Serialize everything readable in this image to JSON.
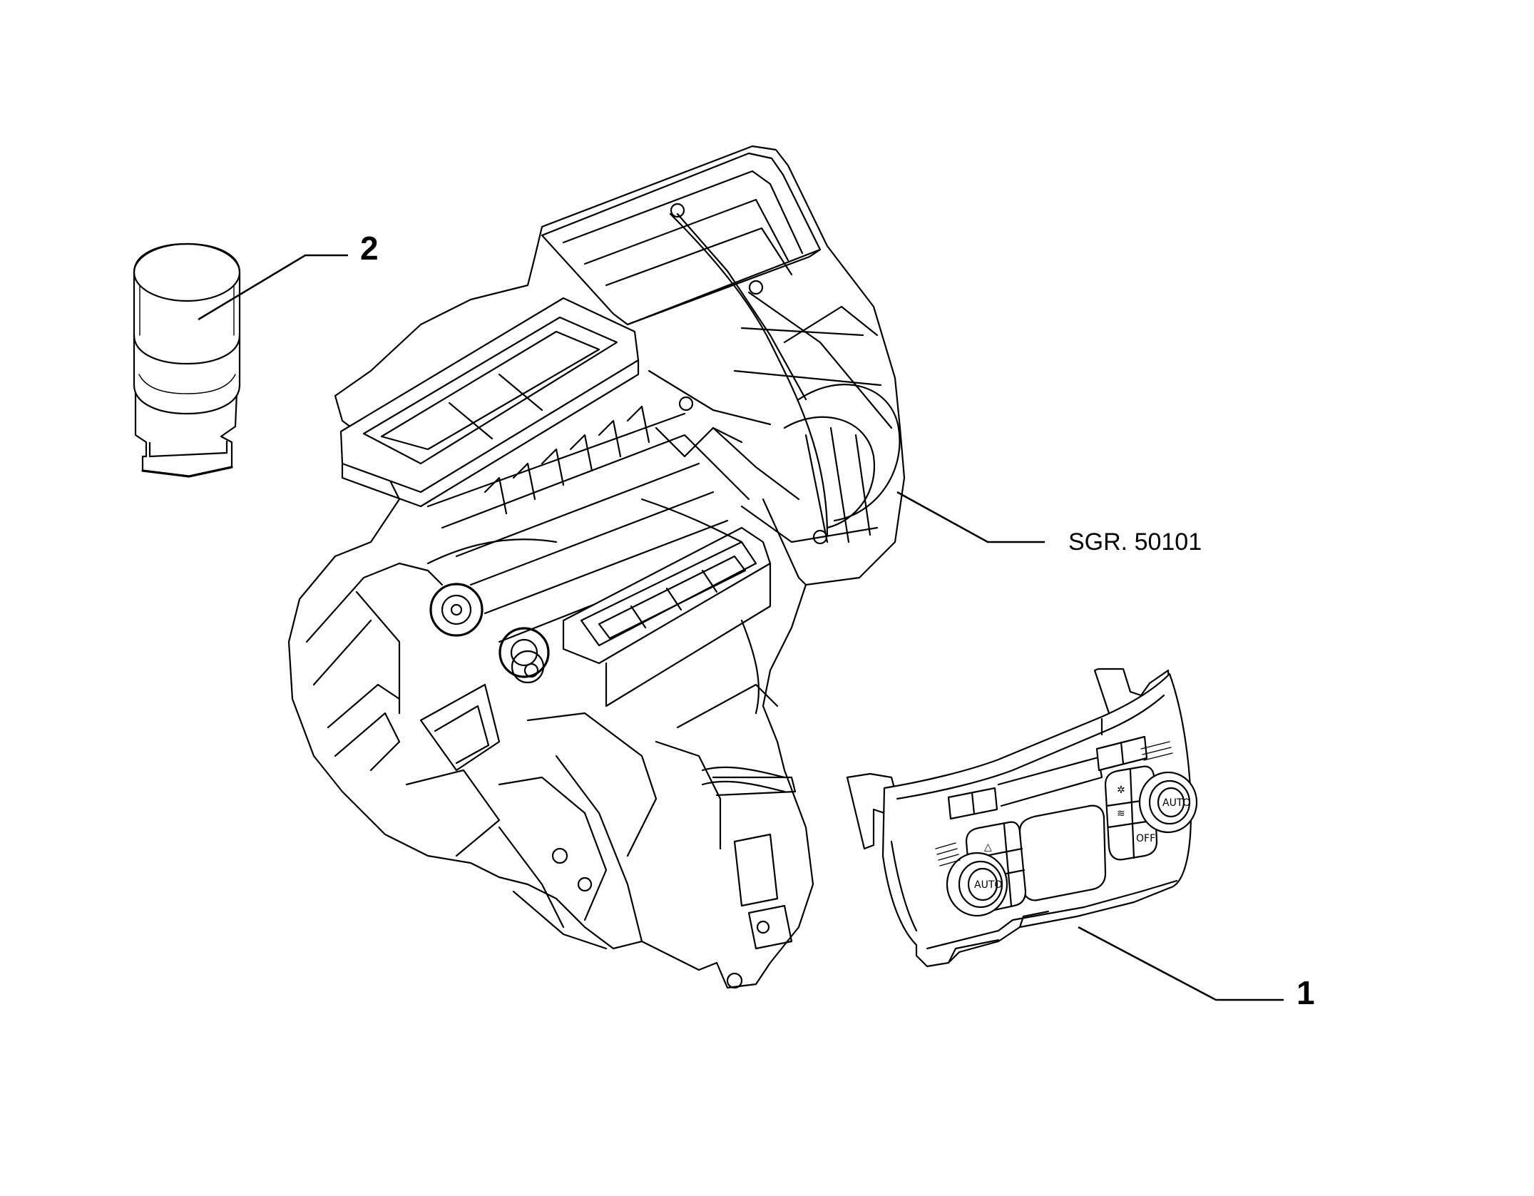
{
  "callouts": {
    "part1": "1",
    "part2": "2"
  },
  "reference": {
    "text": "SGR. 50101"
  },
  "panel_buttons": {
    "auto_left": "AUTO",
    "auto_right": "AUTO",
    "off": "OFF"
  }
}
